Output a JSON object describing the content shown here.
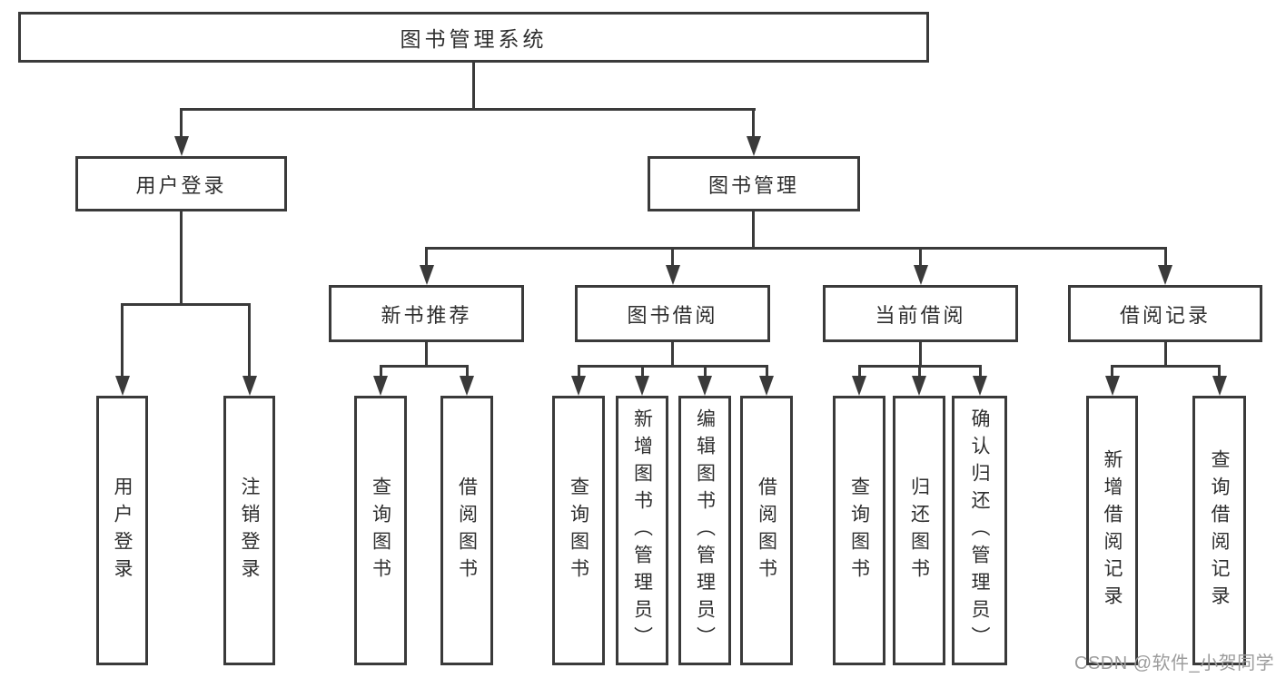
{
  "tree": {
    "root": {
      "label": "图书管理系统"
    },
    "level2": [
      {
        "label": "用户登录"
      },
      {
        "label": "图书管理"
      }
    ],
    "level3": [
      {
        "label": "新书推荐"
      },
      {
        "label": "图书借阅"
      },
      {
        "label": "当前借阅"
      },
      {
        "label": "借阅记录"
      }
    ],
    "leaves": {
      "user_login": [
        "用户登录",
        "注销登录"
      ],
      "new_book": [
        "查询图书",
        "借阅图书"
      ],
      "book_borrow": [
        "查询图书",
        "新增图书（管理员）",
        "编辑图书（管理员）",
        "借阅图书"
      ],
      "current_borrow": [
        "查询图书",
        "归还图书",
        "确认归还（管理员）"
      ],
      "borrow_record": [
        "新增借阅记录",
        "查询借阅记录"
      ]
    }
  },
  "watermark": {
    "text": "CSDN @软件_小贺同学",
    "color": "#9c9c9c"
  },
  "colors": {
    "line": "#3a3a3a",
    "text": "#2e2e2e",
    "background": "#ffffff"
  }
}
